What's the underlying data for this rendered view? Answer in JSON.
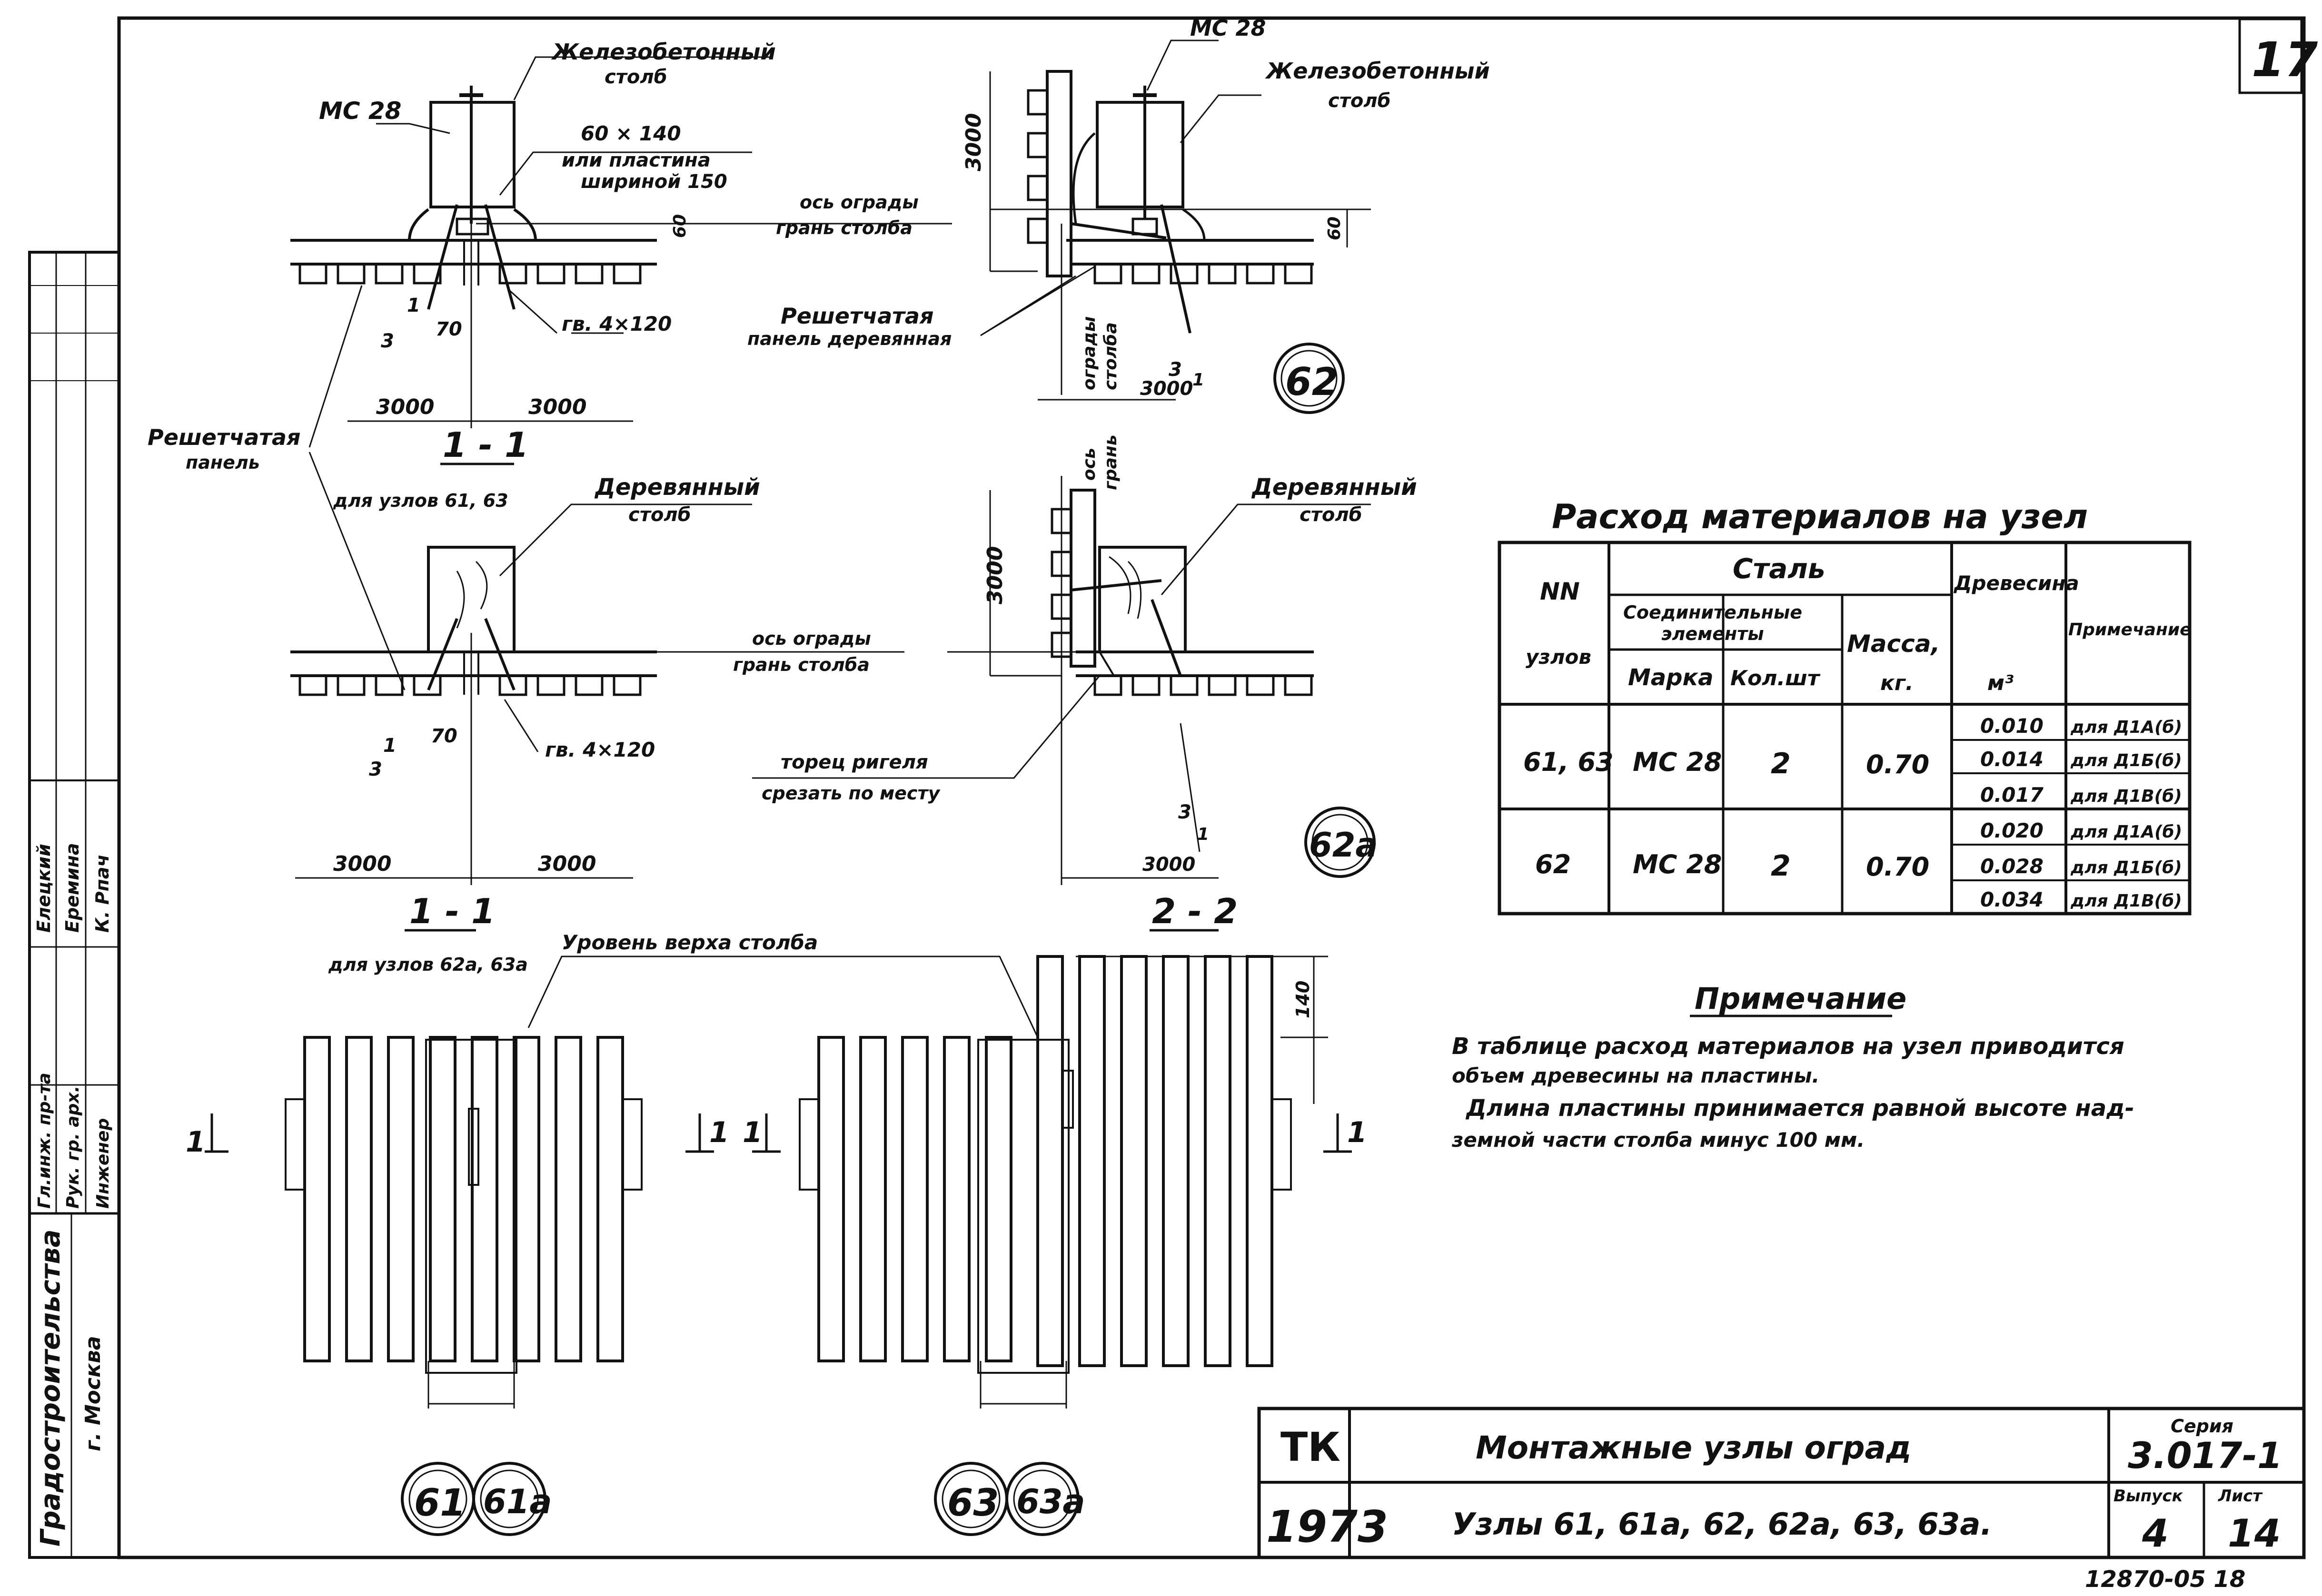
{
  "sheet_number": "17",
  "stamp_number": "12870-05   18",
  "section_1_1_top": {
    "label_post_rc": "Железобетонный столб",
    "label_post_rc_l1": "Железобетонный",
    "label_post_rc_l2": "столб",
    "label_mc": "МС 28",
    "label_plate_l1": "60 × 140",
    "label_plate_l2": "или пластина",
    "label_plate_l3": "шириной 150",
    "label_axis": "ось ограды",
    "label_face": "грань столба",
    "dim_60": "60",
    "dim_70": "70",
    "slope_1": "1",
    "slope_3": "3",
    "nail": "гв. 4×120",
    "dim_left": "3000",
    "dim_right": "3000",
    "section_title": "1 - 1",
    "section_sub": "для узлов 61, 63"
  },
  "label_panel_l1": "Решетчатая",
  "label_panel_l2": "панель",
  "section_1_1_mid": {
    "label_post_wood_l1": "Деревянный",
    "label_post_wood_l2": "столб",
    "label_axis": "ось ограды",
    "label_face": "грань столба",
    "dim_70": "70",
    "slope_1": "1",
    "slope_3": "3",
    "nail": "гв. 4×120",
    "dim_left": "3000",
    "dim_right": "3000",
    "section_title": "1 - 1",
    "section_sub": "для узлов 62а, 63а"
  },
  "node_62": {
    "label_mc": "МС 28",
    "label_post_rc_l1": "Железобетонный",
    "label_post_rc_l2": "столб",
    "dim_3000_v": "3000",
    "dim_60": "60",
    "label_panel_l1": "Решетчатая",
    "label_panel_l2": "панель деревянная",
    "label_axis_v_l1": "ограды",
    "label_axis_v_l2": "столба",
    "dim_3000_h": "3000",
    "slope_3": "3",
    "slope_1": "1",
    "badge": "62"
  },
  "node_62a": {
    "label_axis_v_l1": "ось",
    "label_axis_v_l2": "грань",
    "label_post_wood_l1": "Деревянный",
    "label_post_wood_l2": "столб",
    "dim_3000_v": "3000",
    "label_rigel_l1": "торец ригеля",
    "label_rigel_l2": "срезать по месту",
    "dim_3000_h": "3000",
    "slope_3": "3",
    "slope_1": "1",
    "badge": "62а",
    "section_title": "2 - 2"
  },
  "elevation": {
    "label_top_level": "Уровень верха столба",
    "dim_140": "140",
    "cut_1": "1",
    "badges": [
      "61",
      "61а",
      "63",
      "63а"
    ]
  },
  "materials": {
    "title": "Расход материалов на узел",
    "col_nodes_l1": "NN",
    "col_nodes_l2": "узлов",
    "col_steel": "Сталь",
    "col_connecting_l1": "Соединительные",
    "col_connecting_l2": "элементы",
    "col_mark": "Марка",
    "col_qty": "Кол.шт",
    "col_mass_l1": "Масса,",
    "col_mass_l2": "кг.",
    "col_wood_l1": "Древесина",
    "col_wood_l2": "м³",
    "col_note": "Примечание",
    "rows": [
      {
        "nodes": "61, 63",
        "mark": "МС 28",
        "qty": "2",
        "mass": "0.70",
        "wood": [
          "0.010",
          "0.014",
          "0.017"
        ],
        "notes": [
          "для Д1А(б)",
          "для Д1Б(б)",
          "для Д1В(б)"
        ]
      },
      {
        "nodes": "62",
        "mark": "МС 28",
        "qty": "2",
        "mass": "0.70",
        "wood": [
          "0.020",
          "0.028",
          "0.034"
        ],
        "notes": [
          "для Д1А(б)",
          "для Д1Б(б)",
          "для Д1В(б)"
        ]
      }
    ]
  },
  "note": {
    "title": "Примечание",
    "line1": "В таблице расход материалов на узел   приводится",
    "line2": "объем древесины на пластины.",
    "line3": "Длина пластины принимается равной высоте над-",
    "line4": "земной части столба минус 100 мм."
  },
  "side_stamp": {
    "org_l1": "Градостроительства",
    "org_l2": "г. Москва",
    "roles": [
      "Гл.инж. пр-та",
      "Рук. гр. арх.",
      "Инженер"
    ],
    "names": [
      "Елецкий",
      "Еремина",
      "К. Рпач"
    ]
  },
  "title_block": {
    "tk": "ТК",
    "year": "1973",
    "title": "Монтажные узлы оград",
    "subtitle": "Узлы 61, 61а, 62, 62а, 63, 63а.",
    "series_label": "Серия",
    "series": "3.017-1",
    "issue_label": "Выпуск",
    "issue": "4",
    "sheet_label": "Лист",
    "sheet": "14"
  }
}
